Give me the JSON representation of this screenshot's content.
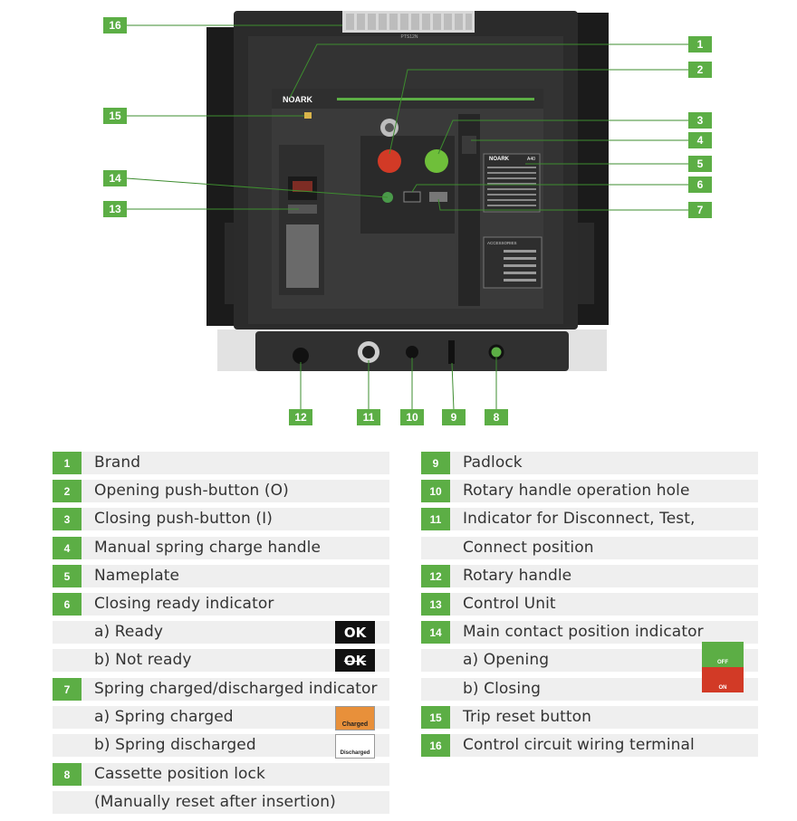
{
  "device": {
    "brand_label": "NOARK",
    "terminal_label": "PTS12N",
    "nameplate_brand": "NOARK",
    "nameplate_model": "A40",
    "accessories_label": "ACCESSORIES"
  },
  "callouts": [
    "16",
    "1",
    "2",
    "15",
    "3",
    "4",
    "5",
    "14",
    "6",
    "13",
    "7",
    "12",
    "11",
    "10",
    "9",
    "8"
  ],
  "legend_left": [
    {
      "num": "1",
      "text": "Brand"
    },
    {
      "num": "2",
      "text": "Opening push-button (O)"
    },
    {
      "num": "3",
      "text": "Closing push-button (I)"
    },
    {
      "num": "4",
      "text": "Manual spring charge handle"
    },
    {
      "num": "5",
      "text": "Nameplate"
    },
    {
      "num": "6",
      "text": "Closing ready indicator"
    },
    {
      "num": "",
      "text": "a) Ready"
    },
    {
      "num": "",
      "text": "b) Not ready"
    },
    {
      "num": "7",
      "text": "Spring charged/discharged indicator"
    },
    {
      "num": "",
      "text": "a) Spring charged"
    },
    {
      "num": "",
      "text": "b) Spring discharged"
    },
    {
      "num": "8",
      "text": "Cassette position lock"
    },
    {
      "num": "",
      "text": "(Manually reset after insertion)"
    }
  ],
  "legend_right": [
    {
      "num": "9",
      "text": "Padlock"
    },
    {
      "num": "10",
      "text": "Rotary handle operation hole"
    },
    {
      "num": "11",
      "text": "Indicator for Disconnect, Test,"
    },
    {
      "num": "",
      "text": "Connect position"
    },
    {
      "num": "12",
      "text": "Rotary handle"
    },
    {
      "num": "13",
      "text": "Control Unit"
    },
    {
      "num": "14",
      "text": "Main contact position indicator"
    },
    {
      "num": "",
      "text": "a) Opening"
    },
    {
      "num": "",
      "text": "b) Closing"
    },
    {
      "num": "15",
      "text": "Trip reset button"
    },
    {
      "num": "16",
      "text": "Control circuit wiring terminal"
    }
  ],
  "indicators": {
    "ready": "OK",
    "not_ready": "OK",
    "charged": "Charged",
    "discharged": "Discharged",
    "off": "OFF",
    "on": "ON"
  },
  "colors": {
    "accent_green": "#5cae45",
    "band_grey": "#efefef",
    "open_red": "#d23a26",
    "close_green": "#6fbf3a"
  }
}
